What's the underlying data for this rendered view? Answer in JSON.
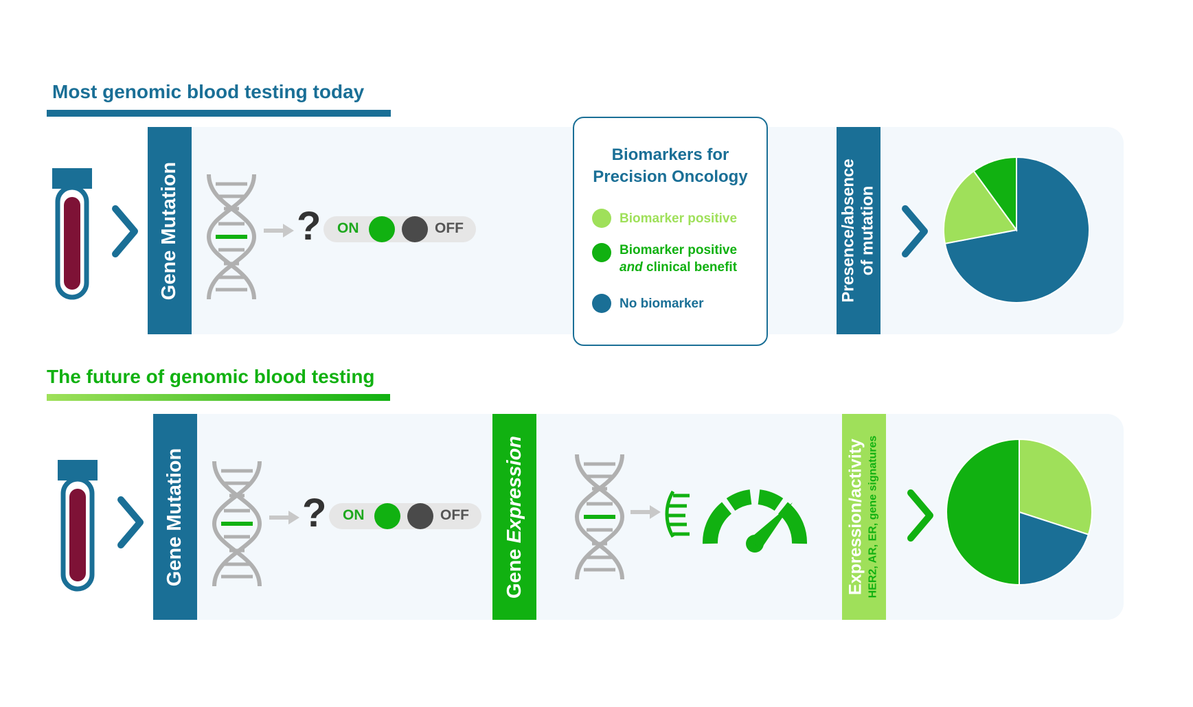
{
  "top_section": {
    "heading": "Most genomic blood testing today",
    "mutation_label": "Gene Mutation",
    "toggle": {
      "on": "ON",
      "off": "OFF"
    },
    "question_mark": "?",
    "result_label_line1": "Presence/absence",
    "result_label_line2": "of mutation"
  },
  "legend": {
    "title_line1": "Biomarkers for",
    "title_line2": "Precision Oncology",
    "items": [
      {
        "text": "Biomarker positive",
        "color": "#9fe05a"
      },
      {
        "text_line1": "Biomarker positive",
        "text_line2_italic": "and",
        "text_line2_rest": " clinical benefit",
        "color": "#11b111"
      },
      {
        "text": "No biomarker",
        "color": "#1a6f96"
      }
    ]
  },
  "bottom_section": {
    "heading": "The future of genomic blood testing",
    "mutation_label": "Gene Mutation",
    "expression_label_plain": "Gene ",
    "expression_label_italic": "Expression",
    "toggle": {
      "on": "ON",
      "off": "OFF"
    },
    "question_mark": "?",
    "result_label_line1": "Expression/activity",
    "result_label_line2": "HER2, AR, ER, gene signatures"
  },
  "colors": {
    "blue": "#1a6f96",
    "green": "#11b111",
    "light_green": "#9fe05a",
    "blood": "#7e1236",
    "gray": "#b0b0b0"
  },
  "icons": [
    "blood-tube-icon",
    "chevron-right-icon",
    "dna-icon",
    "arrow-right-icon",
    "rna-icon",
    "speedometer-icon"
  ],
  "chart_data": [
    {
      "type": "pie",
      "series": [
        {
          "name": "Biomarker positive",
          "value": 18
        },
        {
          "name": "Biomarker positive and clinical benefit",
          "value": 10
        },
        {
          "name": "No biomarker",
          "value": 72
        }
      ]
    },
    {
      "type": "pie",
      "series": [
        {
          "name": "Biomarker positive",
          "value": 30
        },
        {
          "name": "Biomarker positive and clinical benefit",
          "value": 50
        },
        {
          "name": "No biomarker",
          "value": 20
        }
      ]
    }
  ]
}
